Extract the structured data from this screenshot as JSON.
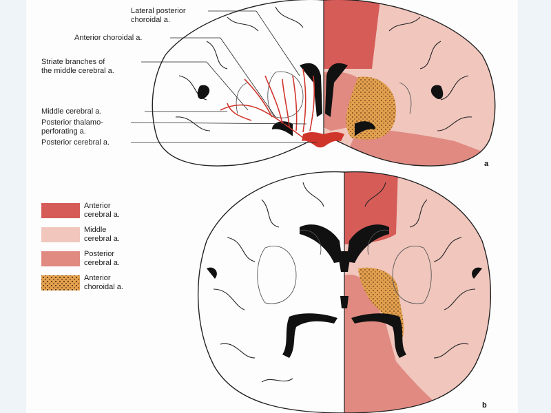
{
  "colors": {
    "anterior_cerebral": "#d65c58",
    "middle_cerebral": "#f0c6bd",
    "posterior_cerebral": "#e08a82",
    "anterior_choroidal": "#e3a04e",
    "vessel_red": "#d0352b",
    "outline": "#222222",
    "ventricle": "#111111"
  },
  "panel_a": {
    "letter": "a",
    "labels": {
      "lateral_posterior_choroidal": "Lateral posterior\nchoroidal a.",
      "anterior_choroidal": "Anterior choroidal a.",
      "striate_branches": "Striate branches of\nthe middle cerebral a.",
      "middle_cerebral": "Middle cerebral a.",
      "posterior_thalamoperforating": "Posterior thalamo-\nperforating a.",
      "posterior_cerebral": "Posterior cerebral a."
    }
  },
  "panel_b": {
    "letter": "b"
  },
  "legend": {
    "items": [
      {
        "label": "Anterior\ncerebral a.",
        "color": "#d65c58",
        "pattern": "solid"
      },
      {
        "label": "Middle\ncerebral a.",
        "color": "#f0c6bd",
        "pattern": "solid"
      },
      {
        "label": "Posterior\ncerebral a.",
        "color": "#e08a82",
        "pattern": "solid"
      },
      {
        "label": "Anterior\nchoroidal a.",
        "color": "#e3a04e",
        "pattern": "dotted"
      }
    ]
  }
}
